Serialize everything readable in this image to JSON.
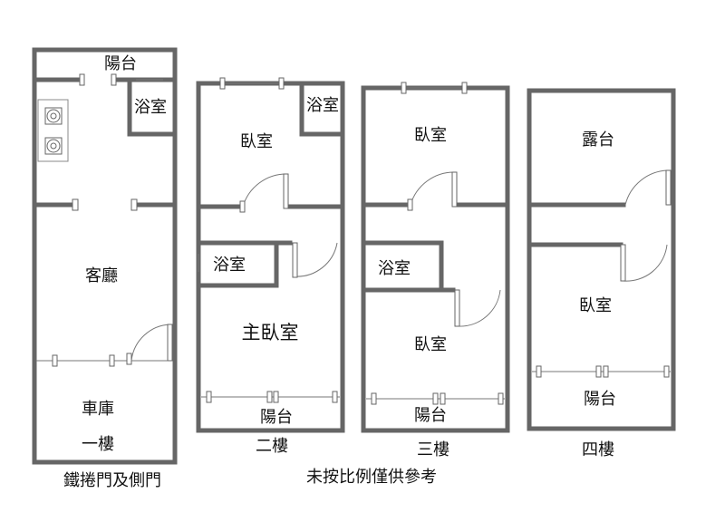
{
  "floors": [
    {
      "name": "一樓",
      "rooms": [
        "陽台",
        "浴室",
        "客廳",
        "車庫"
      ],
      "note": "鐵捲門及側門"
    },
    {
      "name": "二樓",
      "rooms": [
        "臥室",
        "浴室",
        "浴室",
        "主臥室",
        "陽台"
      ]
    },
    {
      "name": "三樓",
      "rooms": [
        "臥室",
        "浴室",
        "臥室",
        "陽台"
      ]
    },
    {
      "name": "四樓",
      "rooms": [
        "露台",
        "臥室",
        "陽台"
      ]
    }
  ],
  "disclaimer": "未按比例僅供參考",
  "colors": {
    "wall": "#666666"
  }
}
